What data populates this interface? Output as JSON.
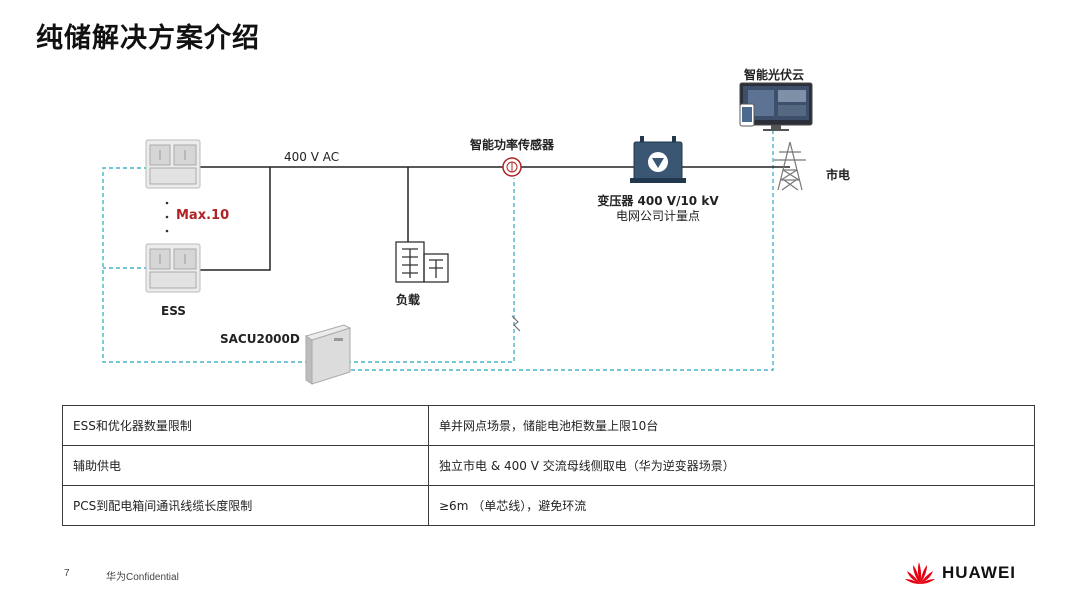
{
  "title": "纯储解决方案介绍",
  "diagram": {
    "bus_label": "400 V AC",
    "ess_label": "ESS",
    "max_label": "Max.10",
    "sensor_label": "智能功率传感器",
    "transformer_label": "变压器 400 V/10 kV",
    "transformer_sub": "电网公司计量点",
    "grid_label": "市电",
    "cloud_label": "智能光伏云",
    "load_label": "负载",
    "controller_label": "SACU2000D"
  },
  "table": [
    {
      "item": "ESS和优化器数量限制",
      "desc": "单并网点场景，储能电池柜数量上限10台"
    },
    {
      "item": "辅助供电",
      "desc": "独立市电 & 400 V 交流母线侧取电（华为逆变器场景）"
    },
    {
      "item": "PCS到配电箱间通讯线缆长度限制",
      "desc": "≥6m （单芯线），避免环流"
    }
  ],
  "footer": {
    "page": "7",
    "confidential": "华为Confidential",
    "brand": "HUAWEI"
  },
  "colors": {
    "dashed_line": "#46b3c9",
    "power_line": "#222222",
    "accent_red": "#b22222",
    "logo_red": "#e60012"
  }
}
